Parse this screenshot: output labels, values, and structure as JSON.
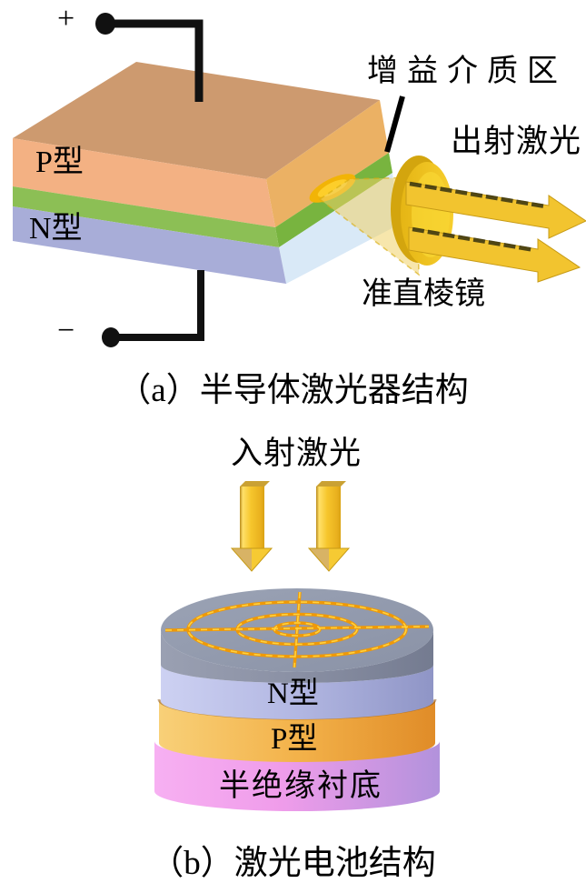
{
  "figure_a": {
    "caption": "（a）半导体激光器结构",
    "labels": {
      "plus_terminal": "+",
      "minus_terminal": "−",
      "p_layer": "P型",
      "n_layer": "N型",
      "gain_region": "增益介质区",
      "output_laser": "出射激光",
      "collimating_lens": "准直棱镜"
    }
  },
  "figure_b": {
    "caption": "（b）激光电池结构",
    "labels": {
      "incident_laser": "入射激光",
      "n_layer": "N型",
      "p_layer": "P型",
      "substrate": "半绝缘衬底"
    }
  },
  "palette": {
    "wire_black": "#111111",
    "p_front": "#f3b183",
    "p_top": "#cd9a6f",
    "p_side": "#ebb164",
    "gain_green_front": "#8cbf55",
    "gain_green_side": "#78b43f",
    "n_front": "#a8add8",
    "n_side_translucent": "#cfe4f5",
    "laser_gold": "#f2c42f",
    "lens_gold": "#f3c71d",
    "electrode_gray": "#939aad",
    "pattern_orange": "#ef9908",
    "cell_n_layer": "#b2b7e2",
    "cell_p_layer": "#f3b24a",
    "substrate_pink": "#ef9cea",
    "substrate_purple": "#b292dc"
  }
}
